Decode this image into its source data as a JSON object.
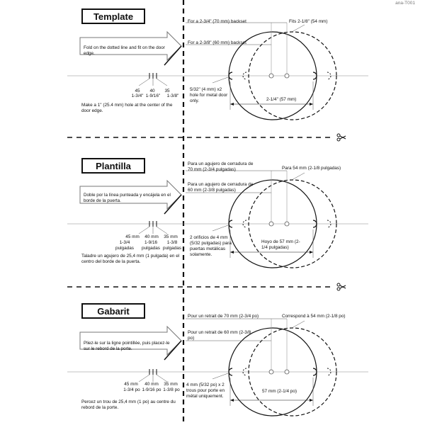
{
  "doc_code": "ana-T001",
  "sections": [
    {
      "title": "Template",
      "fold": "Fold on the dotted line and fit on the door edge.",
      "backset_70": "For a 2-3/4\" (70 mm) backset",
      "backset_60": "For a 2-3/8\" (60 mm) backset",
      "fits": "Fits 2-1/8\" (54 mm)",
      "hole_note": "5/32\" (4 mm) x2 hole for metal door only.",
      "dim_57": "2-1/4\" (57 mm)",
      "marks_top": [
        "45",
        "40",
        "35"
      ],
      "marks_bottom": [
        "1-3/4\"",
        "1-9/16\"",
        "1-3/8\""
      ],
      "make_hole": "Make a 1\" (25.4 mm) hole at the center of the door edge."
    },
    {
      "title": "Plantilla",
      "fold": "Doble por la línea punteada y encájela en el borde de la puerta.",
      "backset_70": "Para un agujero de cerradura de 70 mm (2-3/4 pulgadas)",
      "backset_60": "Para un agujero de cerradura de 60 mm (2-3/8 pulgadas)",
      "fits": "Para 54 mm (2-1/8 pulgadas)",
      "hole_note": "2 orificios de 4 mm (5/32 pulgadas) para puertas metálicas solamente.",
      "dim_57": "Hoyo de 57 mm (2-1/4 pulgadas)",
      "marks_top": [
        "45 mm",
        "40 mm",
        "35 mm"
      ],
      "marks_bottom": [
        "1-3/4 pulgadas",
        "1-9/16 pulgadas",
        "1-3/8 pulgadas"
      ],
      "make_hole": "Taladre un agujero de 25,4 mm (1 pulgada) en el centro del borde de la puerta."
    },
    {
      "title": "Gabarit",
      "fold": "Pliez-le sur la ligne pointillée, puis placez-le sur le rebord de la porte.",
      "backset_70": "Pour un retrait de 70 mm (2-3/4 po)",
      "backset_60": "Pour un retrait de 60 mm (2-3/8 po)",
      "fits": "Correspond à 54 mm (2-1/8 po)",
      "hole_note": "4 mm (5/32 po) x 2 trous pour porte en métal uniquement.",
      "dim_57": "57 mm (2-1/4 po)",
      "marks_top": [
        "45 mm",
        "40 mm",
        "35 mm"
      ],
      "marks_bottom": [
        "1-3/4 po",
        "1-9/16 po",
        "1-3/8 po"
      ],
      "make_hole": "Percez un trou de 25,4 mm (1 po) au centre du rebord de la porte."
    }
  ],
  "scissors_icon": "scissors-icon"
}
